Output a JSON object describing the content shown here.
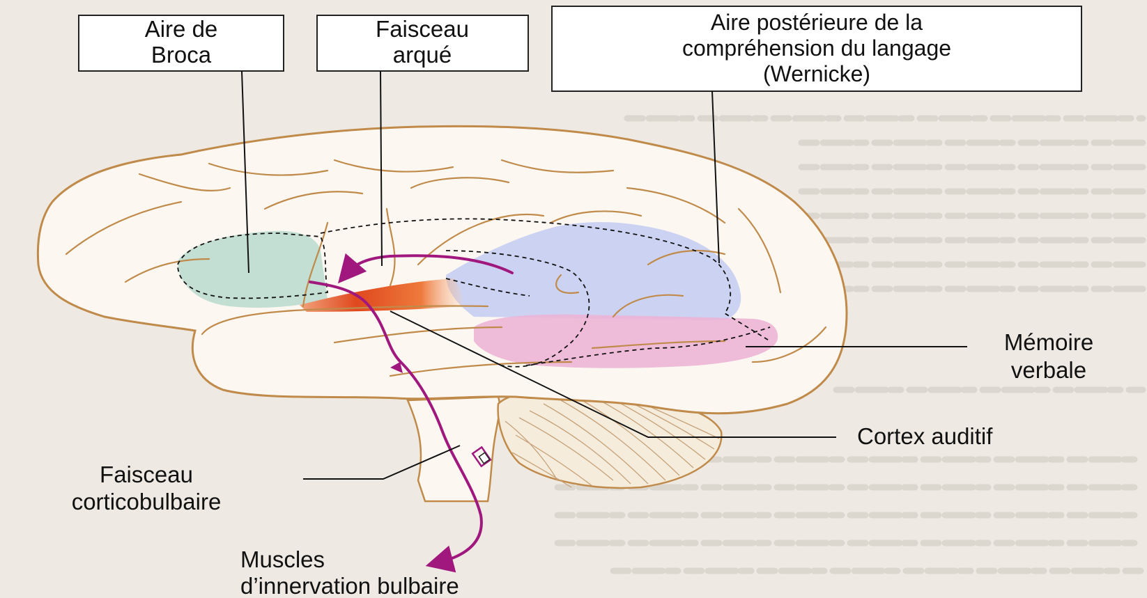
{
  "labels": {
    "broca_l1": "Aire de",
    "broca_l2": "Broca",
    "arcuate_l1": "Faisceau",
    "arcuate_l2": "arqué",
    "wernicke_l1": "Aire postérieure de la",
    "wernicke_l2": "compréhension du langage",
    "wernicke_l3": "(Wernicke)",
    "memory_l1": "Mémoire",
    "memory_l2": "verbale",
    "auditory": "Cortex auditif",
    "corticobulbar_l1": "Faisceau",
    "corticobulbar_l2": "corticobulbaire",
    "muscles_l1": "Muscles",
    "muscles_l2": "d’innervation bulbaire"
  },
  "colors": {
    "brain_fill": "#fcf8f1",
    "brain_outline": "#c08a4a",
    "broca_area": "#b9d9cd",
    "wernicke_area": "#c6cef2",
    "memory_area": "#ecb4d6",
    "auditory_cortex": "#e0481e",
    "tract": "#a0177e"
  }
}
